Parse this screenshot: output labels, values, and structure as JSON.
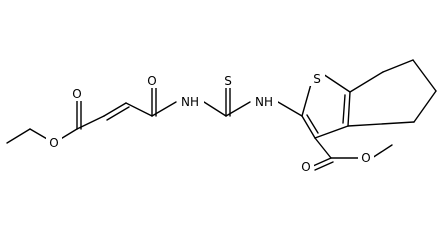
{
  "molecule": {
    "atoms": {
      "o_ester_carbonyl": "O",
      "o_ester_ether": "O",
      "o_amide": "O",
      "n_amide": "NH",
      "s_thiourea": "S",
      "n_thioamide": "NH",
      "s_thiophene": "S",
      "o_methyl_ester_carbonyl": "O",
      "o_methyl_ester_ether": "O"
    }
  }
}
